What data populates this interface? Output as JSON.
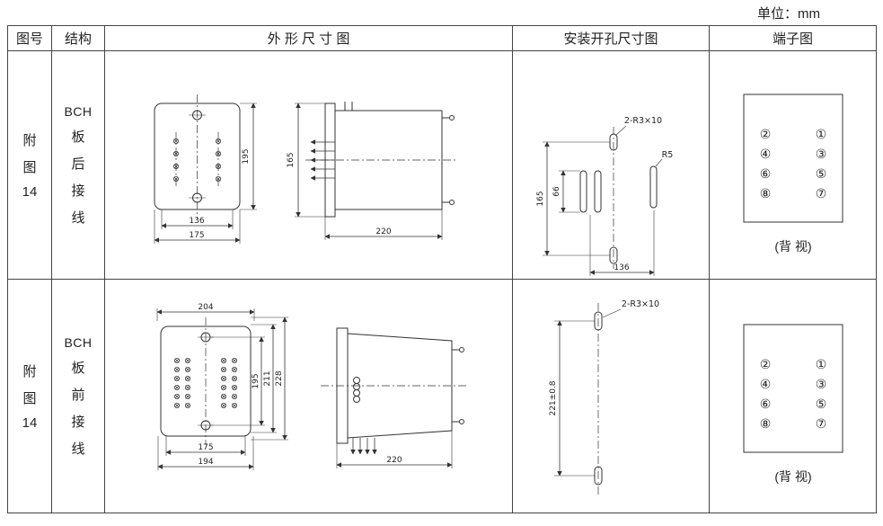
{
  "unit": "单位：mm",
  "header": {
    "col_figure": "图号",
    "col_structure": "结构",
    "col_outline": "外 形 尺 寸 图",
    "col_mounting": "安装开孔尺寸图",
    "col_terminal": "端子图"
  },
  "rows": [
    {
      "figure_no": [
        "附",
        "图",
        "14"
      ],
      "structure": [
        "BCH",
        "板",
        "后",
        "接",
        "线"
      ],
      "outline": {
        "h_front": "195",
        "h_side": "165",
        "w_inner": "136",
        "w_outer": "175",
        "depth": "220"
      },
      "mounting": {
        "note": "2-R3×10",
        "radius": "R5",
        "h_total": "165",
        "h_slot": "66",
        "w": "136"
      },
      "terminal": {
        "left": [
          "②",
          "④",
          "⑥",
          "⑧"
        ],
        "right": [
          "①",
          "③",
          "⑤",
          "⑦"
        ],
        "caption": "(背 视)"
      }
    },
    {
      "figure_no": [
        "附",
        "图",
        "14"
      ],
      "structure": [
        "BCH",
        "板",
        "前",
        "接",
        "线"
      ],
      "outline": {
        "top_w": "204",
        "h1": "195",
        "h2": "211",
        "h3": "228",
        "w1": "175",
        "w2": "194",
        "depth": "220"
      },
      "mounting": {
        "note": "2-R3×10",
        "h_total": "221±0.8"
      },
      "terminal": {
        "left": [
          "②",
          "④",
          "⑥",
          "⑧"
        ],
        "right": [
          "①",
          "③",
          "⑤",
          "⑦"
        ],
        "caption": "(背 视)"
      }
    }
  ]
}
